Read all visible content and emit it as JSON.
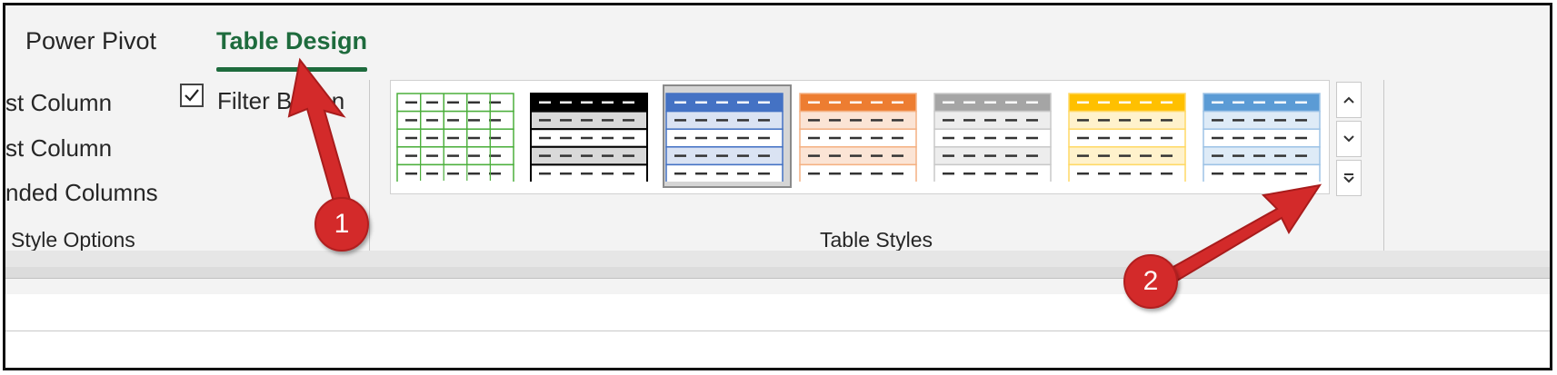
{
  "tabs": [
    {
      "label": "Power Pivot",
      "active": false
    },
    {
      "label": "Table Design",
      "active": true
    }
  ],
  "style_options": {
    "items": [
      "st Column",
      "st Column",
      "nded Columns"
    ],
    "filter_button_label": "Filter Button",
    "filter_button_checked": true,
    "group_label": "Style Options"
  },
  "table_styles": {
    "group_label": "Table Styles",
    "selected_index": 2,
    "styles": [
      {
        "name": "green-grid",
        "header": "#ffffff",
        "border": "#4caf3c",
        "band": "#ffffff"
      },
      {
        "name": "black",
        "header": "#000000",
        "border": "#000000",
        "band": "#d9d9d9"
      },
      {
        "name": "blue",
        "header": "#4472c4",
        "border": "#4472c4",
        "band": "#dae3f3"
      },
      {
        "name": "orange",
        "header": "#ed7d31",
        "border": "#f4b183",
        "band": "#fbe4d5"
      },
      {
        "name": "gray",
        "header": "#a5a5a5",
        "border": "#c9c9c9",
        "band": "#ededed"
      },
      {
        "name": "gold",
        "header": "#ffc000",
        "border": "#ffd966",
        "band": "#fff2cc"
      },
      {
        "name": "light-blue",
        "header": "#5b9bd5",
        "border": "#9dc3e6",
        "band": "#deebf7"
      }
    ]
  },
  "callouts": {
    "one": "1",
    "two": "2"
  },
  "colors": {
    "accent": "#1e6b3d",
    "callout": "#d32a2a"
  },
  "icons": {
    "scroll_up": "chevron-up-icon",
    "scroll_down": "chevron-down-icon",
    "more": "expand-gallery-icon",
    "check": "checkmark-icon"
  }
}
